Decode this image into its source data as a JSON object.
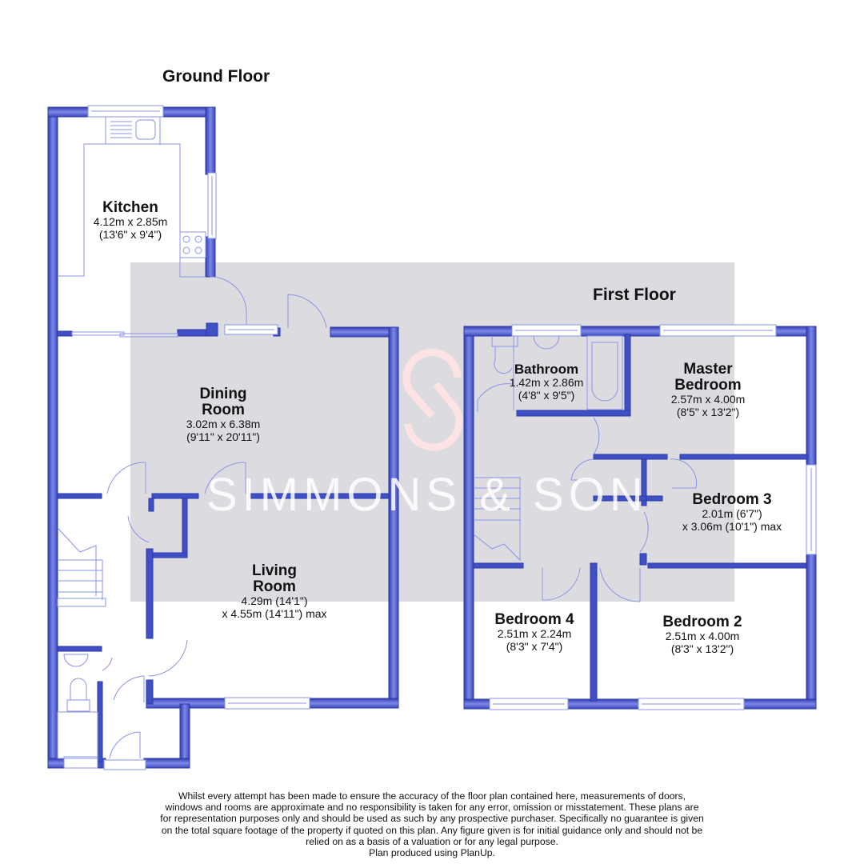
{
  "floors": {
    "ground": {
      "title": "Ground Floor",
      "rooms": [
        {
          "name": "Kitchen",
          "dims": [
            "4.12m x 2.85m",
            "(13'6\" x 9'4\")"
          ]
        },
        {
          "name": "Dining Room",
          "name_lines": [
            "Dining",
            "Room"
          ],
          "dims": [
            "3.02m x 6.38m",
            "(9'11\" x 20'11\")"
          ]
        },
        {
          "name": "Living Room",
          "name_lines": [
            "Living",
            "Room"
          ],
          "dims": [
            "4.29m (14'1\")",
            "x 4.55m (14'11\") max"
          ]
        }
      ]
    },
    "first": {
      "title": "First Floor",
      "rooms": [
        {
          "name": "Bathroom",
          "dims": [
            "1.42m x 2.86m",
            "(4'8\" x 9'5\")"
          ]
        },
        {
          "name": "Master Bedroom",
          "name_lines": [
            "Master",
            "Bedroom"
          ],
          "dims": [
            "2.57m x 4.00m",
            "(8'5\" x 13'2\")"
          ]
        },
        {
          "name": "Bedroom 3",
          "dims": [
            "2.01m (6'7\")",
            "x 3.06m (10'1\") max"
          ]
        },
        {
          "name": "Bedroom 4",
          "dims": [
            "2.51m x 2.24m",
            "(8'3\" x 7'4\")"
          ]
        },
        {
          "name": "Bedroom 2",
          "dims": [
            "2.51m x 4.00m",
            "(8'3\" x 13'2\")"
          ]
        }
      ]
    }
  },
  "watermark": {
    "text": "SIMMONS & SON",
    "logo": "s-logo-icon"
  },
  "disclaimer": {
    "lines": [
      "Whilst every attempt has been made to ensure the accuracy of the floor plan contained here, measurements of doors,",
      "windows and rooms are approximate and no responsibility is taken for any error, omission or misstatement. These plans are",
      "for representation purposes only and should be used as such by any prospective purchaser. Specifically no guarantee is given",
      "on the total square footage of the property if quoted on this plan. Any figure given is for initial guidance only and should not be",
      "relied on as a basis of a valuation or for any legal purpose.",
      "Plan produced using PlanUp."
    ]
  },
  "colors": {
    "wall": "#3f4fc4",
    "wall_light": "#8893ea",
    "fixture_line": "#8a93e8",
    "watermark_band": "#dcdce0",
    "logo": "#fde3e3"
  }
}
